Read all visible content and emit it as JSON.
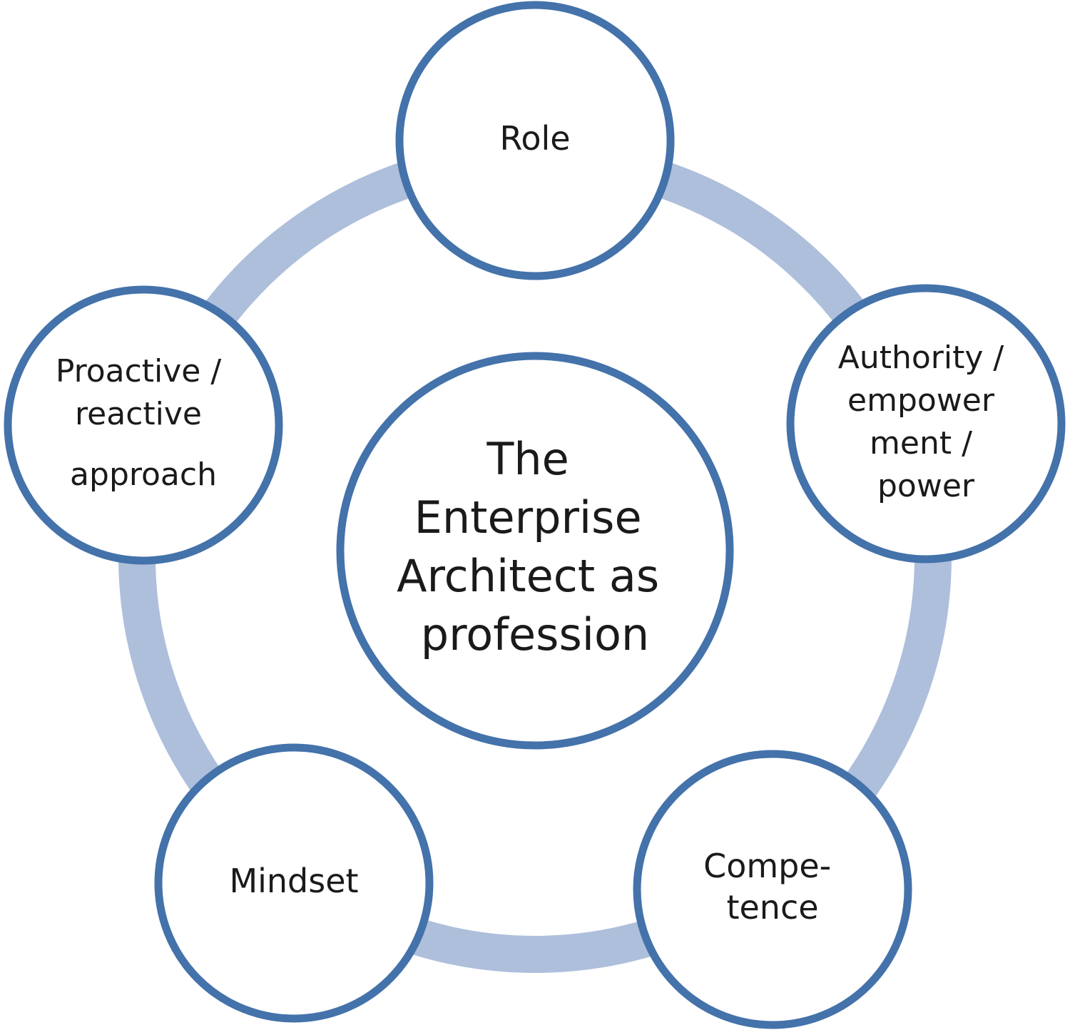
{
  "diagram": {
    "center": {
      "lines": [
        "The",
        "Enterprise",
        "Architect as",
        "profession"
      ]
    },
    "nodes": [
      {
        "id": "role",
        "lines": [
          "Role"
        ]
      },
      {
        "id": "authority",
        "lines": [
          "Authority /",
          "empower",
          "ment /",
          "power"
        ]
      },
      {
        "id": "competence",
        "lines": [
          "Compe-",
          "tence"
        ]
      },
      {
        "id": "mindset",
        "lines": [
          "Mindset"
        ]
      },
      {
        "id": "proactive",
        "lines": [
          "Proactive /",
          "reactive",
          "approach"
        ]
      }
    ],
    "colors": {
      "ring": "#aebfdc",
      "circle_stroke": "#4472aa",
      "circle_fill": "#ffffff",
      "text": "#1a1a1a"
    }
  }
}
